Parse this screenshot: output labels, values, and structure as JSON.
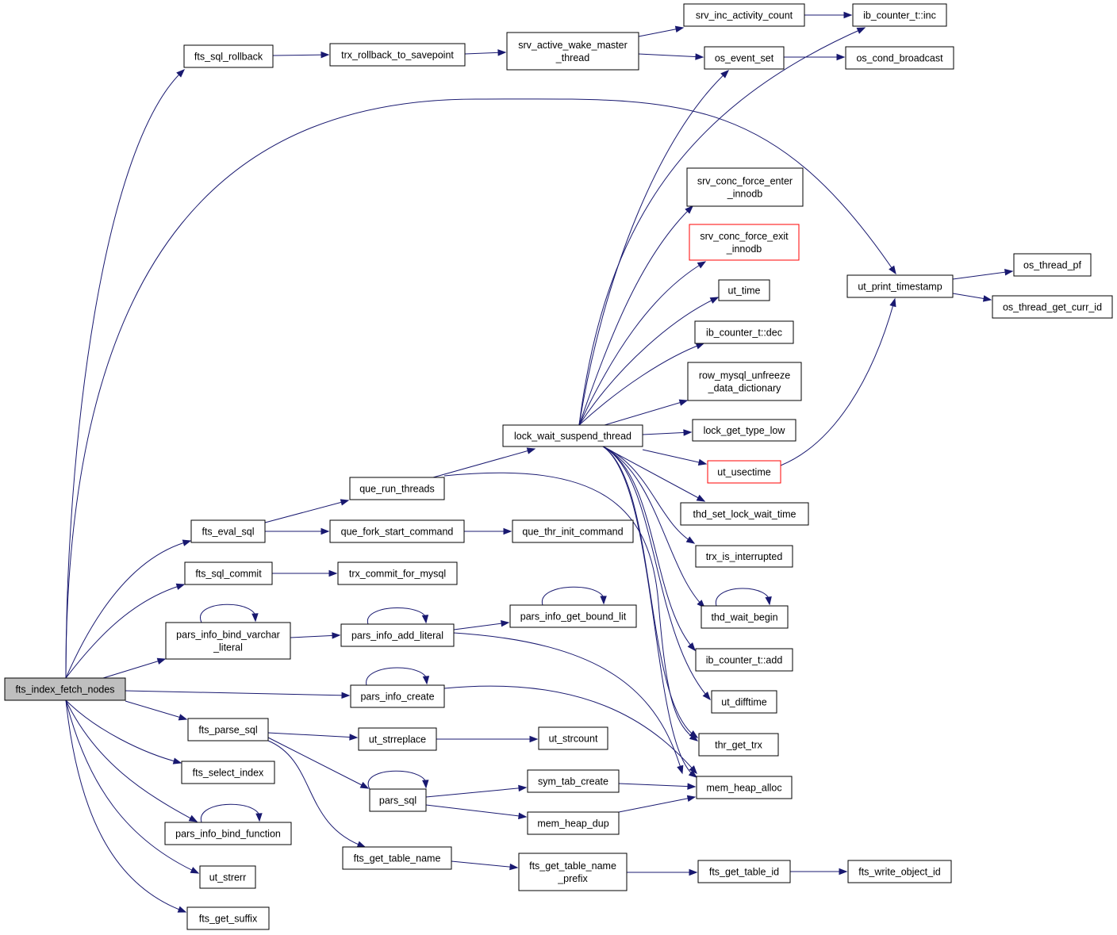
{
  "colors": {
    "edge": "#191970",
    "node_border": "#000000",
    "root_fill": "#bfbfbf",
    "highlight_border": "#ff0000"
  },
  "nodes": [
    {
      "id": "root",
      "lines": [
        "fts_index_fetch_nodes"
      ]
    },
    {
      "id": "rollback",
      "lines": [
        "fts_sql_rollback"
      ]
    },
    {
      "id": "trx_rb",
      "lines": [
        "trx_rollback_to_savepoint"
      ]
    },
    {
      "id": "srv_awm",
      "lines": [
        "srv_active_wake_master",
        "_thread"
      ]
    },
    {
      "id": "srv_iac",
      "lines": [
        "srv_inc_activity_count"
      ]
    },
    {
      "id": "ib_inc",
      "lines": [
        "ib_counter_t::inc"
      ]
    },
    {
      "id": "os_es",
      "lines": [
        "os_event_set"
      ]
    },
    {
      "id": "os_cb",
      "lines": [
        "os_cond_broadcast"
      ]
    },
    {
      "id": "sfe",
      "lines": [
        "srv_conc_force_enter",
        "_innodb"
      ]
    },
    {
      "id": "sfx",
      "lines": [
        "srv_conc_force_exit",
        "_innodb"
      ]
    },
    {
      "id": "ut_time",
      "lines": [
        "ut_time"
      ]
    },
    {
      "id": "ib_dec",
      "lines": [
        "ib_counter_t::dec"
      ]
    },
    {
      "id": "rmu",
      "lines": [
        "row_mysql_unfreeze",
        "_data_dictionary"
      ]
    },
    {
      "id": "lgtl",
      "lines": [
        "lock_get_type_low"
      ]
    },
    {
      "id": "ut_use",
      "lines": [
        "ut_usectime"
      ]
    },
    {
      "id": "tslwt",
      "lines": [
        "thd_set_lock_wait_time"
      ]
    },
    {
      "id": "trx_ii",
      "lines": [
        "trx_is_interrupted"
      ]
    },
    {
      "id": "twb",
      "lines": [
        "thd_wait_begin"
      ]
    },
    {
      "id": "ib_add",
      "lines": [
        "ib_counter_t::add"
      ]
    },
    {
      "id": "ut_dt",
      "lines": [
        "ut_difftime"
      ]
    },
    {
      "id": "thr_gt",
      "lines": [
        "thr_get_trx"
      ]
    },
    {
      "id": "mha",
      "lines": [
        "mem_heap_alloc"
      ]
    },
    {
      "id": "upt",
      "lines": [
        "ut_print_timestamp"
      ]
    },
    {
      "id": "otp",
      "lines": [
        "os_thread_pf"
      ]
    },
    {
      "id": "otgci",
      "lines": [
        "os_thread_get_curr_id"
      ]
    },
    {
      "id": "lwst",
      "lines": [
        "lock_wait_suspend_thread"
      ]
    },
    {
      "id": "qrt",
      "lines": [
        "que_run_threads"
      ]
    },
    {
      "id": "fes",
      "lines": [
        "fts_eval_sql"
      ]
    },
    {
      "id": "qfsc",
      "lines": [
        "que_fork_start_command"
      ]
    },
    {
      "id": "qtic",
      "lines": [
        "que_thr_init_command"
      ]
    },
    {
      "id": "fsc",
      "lines": [
        "fts_sql_commit"
      ]
    },
    {
      "id": "tcfm",
      "lines": [
        "trx_commit_for_mysql"
      ]
    },
    {
      "id": "pibvl",
      "lines": [
        "pars_info_bind_varchar",
        "_literal"
      ]
    },
    {
      "id": "pial",
      "lines": [
        "pars_info_add_literal"
      ]
    },
    {
      "id": "pigbl",
      "lines": [
        "pars_info_get_bound_lit"
      ]
    },
    {
      "id": "pic",
      "lines": [
        "pars_info_create"
      ]
    },
    {
      "id": "fps",
      "lines": [
        "fts_parse_sql"
      ]
    },
    {
      "id": "usr",
      "lines": [
        "ut_strreplace"
      ]
    },
    {
      "id": "usc",
      "lines": [
        "ut_strcount"
      ]
    },
    {
      "id": "fsi",
      "lines": [
        "fts_select_index"
      ]
    },
    {
      "id": "ps",
      "lines": [
        "pars_sql"
      ]
    },
    {
      "id": "stc",
      "lines": [
        "sym_tab_create"
      ]
    },
    {
      "id": "mhd",
      "lines": [
        "mem_heap_dup"
      ]
    },
    {
      "id": "pibf",
      "lines": [
        "pars_info_bind_function"
      ]
    },
    {
      "id": "fgtn",
      "lines": [
        "fts_get_table_name"
      ]
    },
    {
      "id": "fgtnp",
      "lines": [
        "fts_get_table_name",
        "_prefix"
      ]
    },
    {
      "id": "fgti",
      "lines": [
        "fts_get_table_id"
      ]
    },
    {
      "id": "fwoi",
      "lines": [
        "fts_write_object_id"
      ]
    },
    {
      "id": "use",
      "lines": [
        "ut_strerr"
      ]
    },
    {
      "id": "fgs",
      "lines": [
        "fts_get_suffix"
      ]
    }
  ],
  "edges": [
    {
      "from": "root",
      "to": "rollback"
    },
    {
      "from": "rollback",
      "to": "trx_rb"
    },
    {
      "from": "trx_rb",
      "to": "srv_awm"
    },
    {
      "from": "srv_awm",
      "to": "srv_iac"
    },
    {
      "from": "srv_awm",
      "to": "os_es"
    },
    {
      "from": "srv_iac",
      "to": "ib_inc"
    },
    {
      "from": "os_es",
      "to": "os_cb"
    },
    {
      "from": "root",
      "to": "upt"
    },
    {
      "from": "upt",
      "to": "otp"
    },
    {
      "from": "upt",
      "to": "otgci"
    },
    {
      "from": "root",
      "to": "fes"
    },
    {
      "from": "fes",
      "to": "qrt"
    },
    {
      "from": "fes",
      "to": "qfsc"
    },
    {
      "from": "qfsc",
      "to": "qtic"
    },
    {
      "from": "qrt",
      "to": "lwst"
    },
    {
      "from": "qrt",
      "to": "thr_gt"
    },
    {
      "from": "lwst",
      "to": "os_es"
    },
    {
      "from": "lwst",
      "to": "ib_inc"
    },
    {
      "from": "lwst",
      "to": "sfe"
    },
    {
      "from": "lwst",
      "to": "sfx"
    },
    {
      "from": "lwst",
      "to": "ut_time"
    },
    {
      "from": "lwst",
      "to": "ib_dec"
    },
    {
      "from": "lwst",
      "to": "rmu"
    },
    {
      "from": "lwst",
      "to": "lgtl"
    },
    {
      "from": "lwst",
      "to": "ut_use"
    },
    {
      "from": "lwst",
      "to": "tslwt"
    },
    {
      "from": "lwst",
      "to": "trx_ii"
    },
    {
      "from": "lwst",
      "to": "twb"
    },
    {
      "from": "lwst",
      "to": "ib_add"
    },
    {
      "from": "lwst",
      "to": "ut_dt"
    },
    {
      "from": "lwst",
      "to": "thr_gt"
    },
    {
      "from": "lwst",
      "to": "mha"
    },
    {
      "from": "ut_use",
      "to": "upt"
    },
    {
      "from": "twb",
      "to": "twb"
    },
    {
      "from": "root",
      "to": "fsc"
    },
    {
      "from": "fsc",
      "to": "tcfm"
    },
    {
      "from": "root",
      "to": "pibvl"
    },
    {
      "from": "pibvl",
      "to": "pibvl"
    },
    {
      "from": "pibvl",
      "to": "pial"
    },
    {
      "from": "pial",
      "to": "pial"
    },
    {
      "from": "pial",
      "to": "pigbl"
    },
    {
      "from": "pial",
      "to": "mha"
    },
    {
      "from": "pigbl",
      "to": "pigbl"
    },
    {
      "from": "root",
      "to": "pic"
    },
    {
      "from": "pic",
      "to": "pic"
    },
    {
      "from": "pic",
      "to": "mha"
    },
    {
      "from": "root",
      "to": "fps"
    },
    {
      "from": "fps",
      "to": "usr"
    },
    {
      "from": "usr",
      "to": "usc"
    },
    {
      "from": "fps",
      "to": "ps"
    },
    {
      "from": "fps",
      "to": "fgtn"
    },
    {
      "from": "ps",
      "to": "ps"
    },
    {
      "from": "ps",
      "to": "stc"
    },
    {
      "from": "ps",
      "to": "mhd"
    },
    {
      "from": "stc",
      "to": "mha"
    },
    {
      "from": "mhd",
      "to": "mha"
    },
    {
      "from": "fgtn",
      "to": "fgtnp"
    },
    {
      "from": "fgtnp",
      "to": "fgti"
    },
    {
      "from": "fgti",
      "to": "fwoi"
    },
    {
      "from": "root",
      "to": "fsi"
    },
    {
      "from": "root",
      "to": "pibf"
    },
    {
      "from": "pibf",
      "to": "pibf"
    },
    {
      "from": "root",
      "to": "use"
    },
    {
      "from": "root",
      "to": "fgs"
    }
  ]
}
